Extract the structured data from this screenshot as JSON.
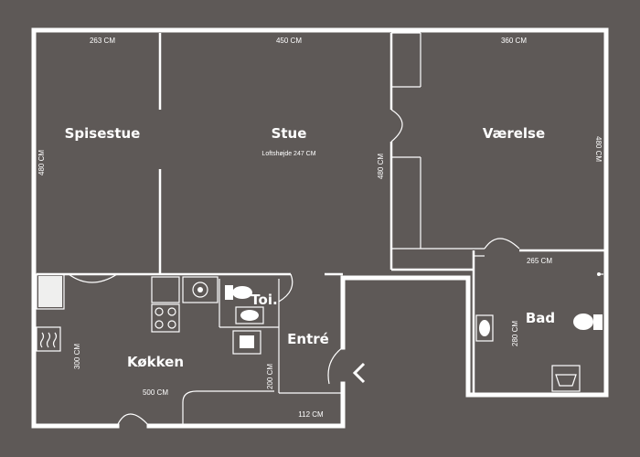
{
  "rooms": {
    "spisestue": "Spisestue",
    "stue": "Stue",
    "vaerelse": "Værelse",
    "toilet": "Toi.",
    "bad": "Bad",
    "entre": "Entré",
    "kokken": "Køkken"
  },
  "ceiling_height": "Loftshøjde 247 CM",
  "dimensions": {
    "spisestue_width": "263 CM",
    "stue_width": "450 CM",
    "vaerelse_width": "360 CM",
    "spisestue_depth": "480 CM",
    "stue_depth": "480 CM",
    "vaerelse_depth": "480 CM",
    "bad_width": "265 CM",
    "bad_depth": "280 CM",
    "kokken_depth": "300 CM",
    "kokken_width": "500 CM",
    "entre_depth": "200 CM",
    "entre_width": "112 CM"
  },
  "icons": {
    "stove": "stove-icon",
    "sink": "sink-icon",
    "toilet": "toilet-icon",
    "radiator": "radiator-icon",
    "washing_machine": "washing-machine-icon",
    "bathtub": "bathtub-icon"
  }
}
